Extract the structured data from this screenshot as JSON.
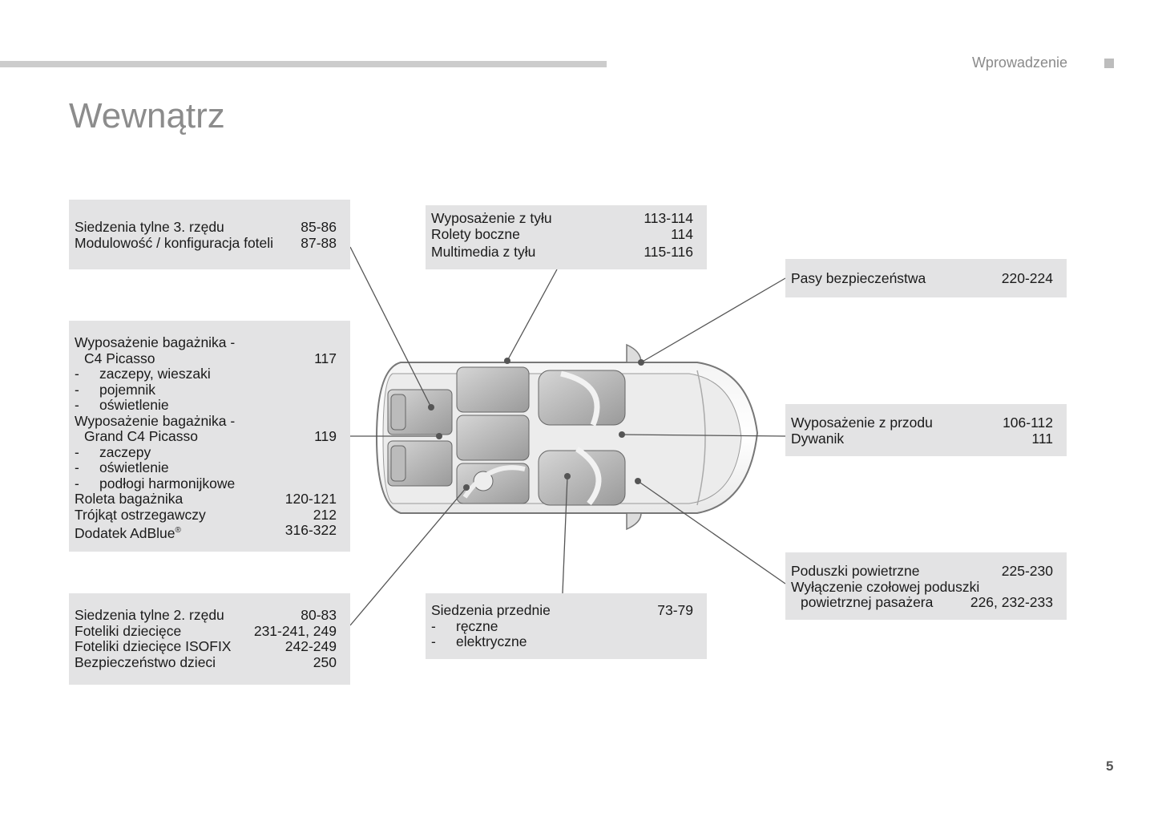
{
  "header": {
    "section": "Wprowadzenie",
    "title": "Wewnątrz",
    "page_number": "5"
  },
  "boxes": {
    "rear3": {
      "rows": [
        {
          "label": "Siedzenia tylne 3. rzędu",
          "page": "85-86"
        },
        {
          "label": "Modulowość / konfiguracja foteli",
          "page": "87-88"
        }
      ]
    },
    "rear_equip": {
      "rows": [
        {
          "label": "Wyposażenie z tyłu",
          "page": "113-114"
        },
        {
          "label": "Rolety boczne",
          "page": "114"
        },
        {
          "label": "Multimedia z tyłu",
          "page": "115-116"
        }
      ]
    },
    "belts": {
      "rows": [
        {
          "label": "Pasy bezpieczeństwa",
          "page": "220-224"
        }
      ]
    },
    "boot": {
      "rows": [
        {
          "label": "Wyposażenie bagażnika -",
          "page": ""
        },
        {
          "label": "C4 Picasso",
          "page": "117"
        },
        {
          "label": "zaczepy, wieszaki",
          "page": ""
        },
        {
          "label": "pojemnik",
          "page": ""
        },
        {
          "label": "oświetlenie",
          "page": ""
        },
        {
          "label": "Wyposażenie bagażnika -",
          "page": ""
        },
        {
          "label": "Grand C4 Picasso",
          "page": "119"
        },
        {
          "label": "zaczepy",
          "page": ""
        },
        {
          "label": "oświetlenie",
          "page": ""
        },
        {
          "label": "podłogi harmonijkowe",
          "page": ""
        },
        {
          "label": "Roleta bagażnika",
          "page": "120-121"
        },
        {
          "label": "Trójkąt ostrzegawczy",
          "page": "212"
        },
        {
          "label": "Dodatek AdBlue",
          "sup": "®",
          "page": "316-322"
        }
      ]
    },
    "front_equip": {
      "rows": [
        {
          "label": "Wyposażenie z przodu",
          "page": "106-112"
        },
        {
          "label": "Dywanik",
          "page": "111"
        }
      ]
    },
    "rear2": {
      "rows": [
        {
          "label": "Siedzenia tylne 2. rzędu",
          "page": "80-83"
        },
        {
          "label": "Foteliki dziecięce",
          "page": "231-241, 249"
        },
        {
          "label": "Foteliki dziecięce ISOFIX",
          "page": "242-249"
        },
        {
          "label": "Bezpieczeństwo dzieci",
          "page": "250"
        }
      ]
    },
    "front_seats": {
      "rows": [
        {
          "label": "Siedzenia przednie",
          "page": "73-79"
        },
        {
          "label": "ręczne",
          "page": ""
        },
        {
          "label": "elektryczne",
          "page": ""
        }
      ]
    },
    "airbags": {
      "rows": [
        {
          "label": "Poduszki powietrzne",
          "page": "225-230"
        },
        {
          "label": "Wyłączenie czołowej poduszki",
          "page": ""
        },
        {
          "label": "powietrznej pasażera",
          "page": "226, 232-233"
        }
      ]
    }
  },
  "colors": {
    "box_bg": "#e3e3e4",
    "title": "#8c8c8c",
    "rule": "#cccccc"
  }
}
